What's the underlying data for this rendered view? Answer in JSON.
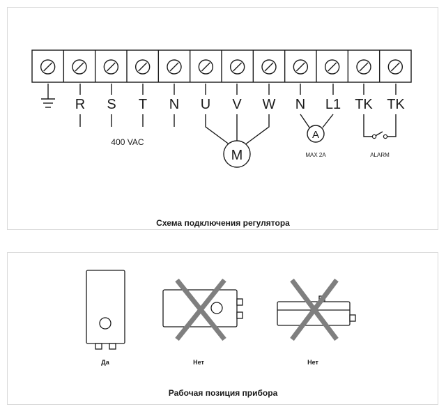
{
  "wiring": {
    "terminal_labels": [
      "R",
      "S",
      "T",
      "N",
      "U",
      "V",
      "W",
      "N",
      "L1",
      "TK",
      "TK"
    ],
    "supply_label": "400 VAC",
    "motor_label": "M",
    "ammeter_label": "A",
    "ammeter_note": "MAX 2A",
    "alarm_label": "ALARM",
    "caption": "Схема подключения регулятора"
  },
  "positions": {
    "items": [
      {
        "label": "Да"
      },
      {
        "label": "Нет"
      },
      {
        "label": "Нет"
      }
    ],
    "caption": "Рабочая позиция прибора"
  }
}
